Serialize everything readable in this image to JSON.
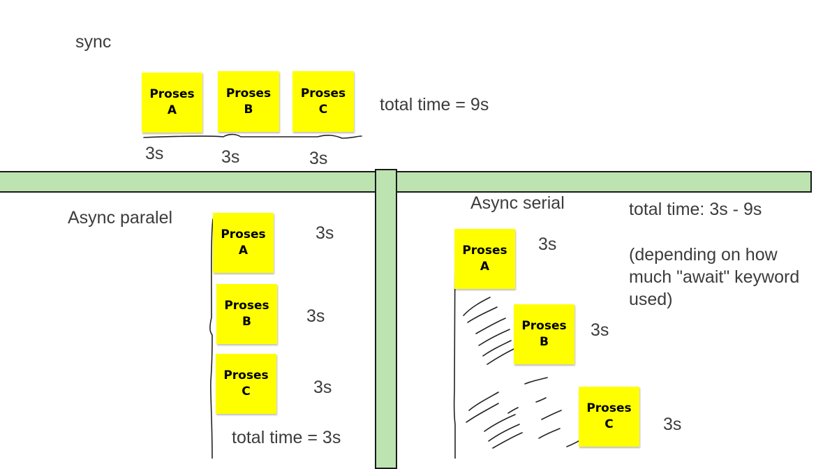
{
  "sync": {
    "title": "sync",
    "notes": [
      {
        "l1": "Proses",
        "l2": "A"
      },
      {
        "l1": "Proses",
        "l2": "B"
      },
      {
        "l1": "Proses",
        "l2": "C"
      }
    ],
    "durations": [
      "3s",
      "3s",
      "3s"
    ],
    "total": "total time = 9s"
  },
  "async_parallel": {
    "title": "Async paralel",
    "notes": [
      {
        "l1": "Proses",
        "l2": "A"
      },
      {
        "l1": "Proses",
        "l2": "B"
      },
      {
        "l1": "Proses",
        "l2": "C"
      }
    ],
    "durations": [
      "3s",
      "3s",
      "3s"
    ],
    "total": "total time = 3s"
  },
  "async_serial": {
    "title": "Async serial",
    "notes": [
      {
        "l1": "Proses",
        "l2": "A"
      },
      {
        "l1": "Proses",
        "l2": "B"
      },
      {
        "l1": "Proses",
        "l2": "C"
      }
    ],
    "durations": [
      "3s",
      "3s",
      "3s"
    ],
    "total": "total time: 3s - 9s",
    "note": "(depending on how much \"await\" keyword used)"
  },
  "colors": {
    "sticky": "#ffff00",
    "divider": "#bde3b1",
    "text": "#3c3c3c"
  }
}
